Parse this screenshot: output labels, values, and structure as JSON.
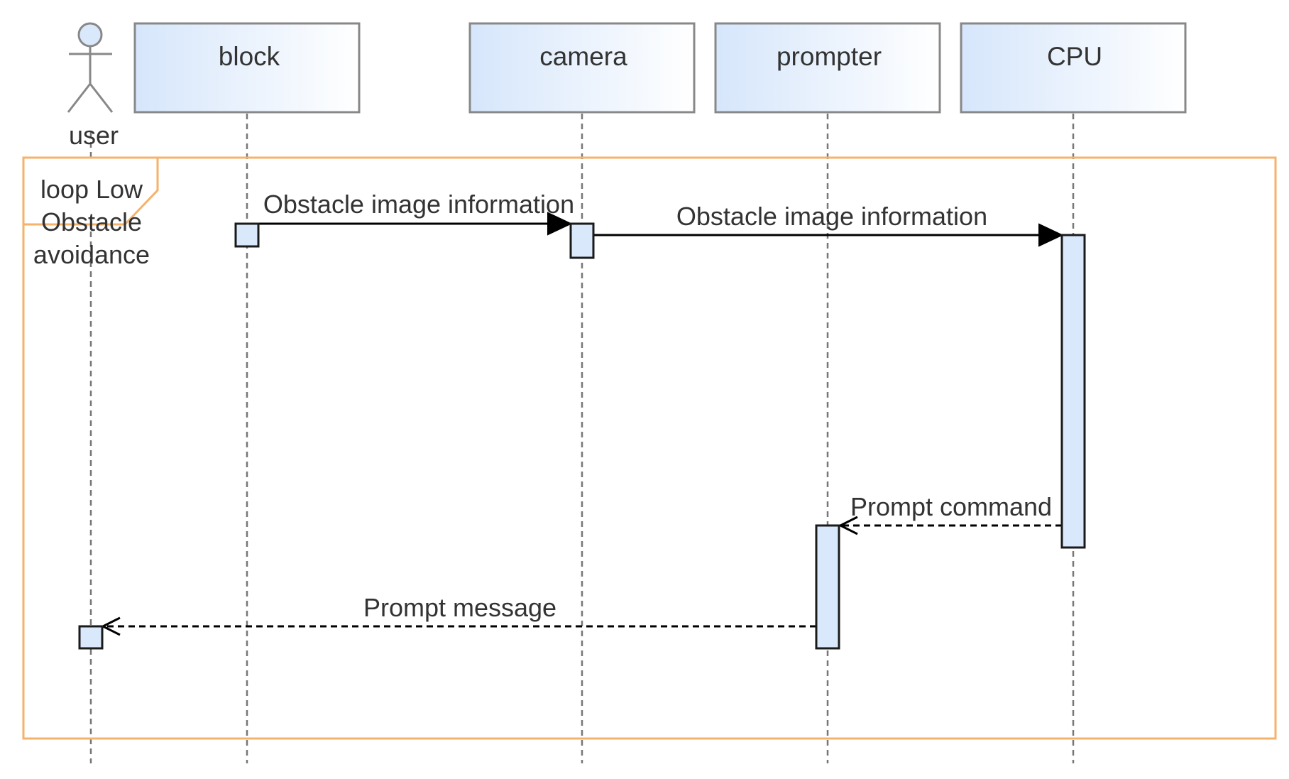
{
  "participants": {
    "user": "user",
    "block": "block",
    "camera": "camera",
    "prompter": "prompter",
    "cpu": "CPU"
  },
  "loop": {
    "label_line1": "loop Low",
    "label_line2": "Obstacle",
    "label_line3": "avoidance"
  },
  "messages": {
    "m1": "Obstacle image information",
    "m2": "Obstacle image information",
    "m3": "Prompt command",
    "m4": "Prompt message"
  },
  "colors": {
    "loop_border": "#f5b26b",
    "activation_fill": "#dae8fc",
    "header_gradient_start": "#d6e6fb",
    "header_gradient_end": "#ffffff"
  }
}
